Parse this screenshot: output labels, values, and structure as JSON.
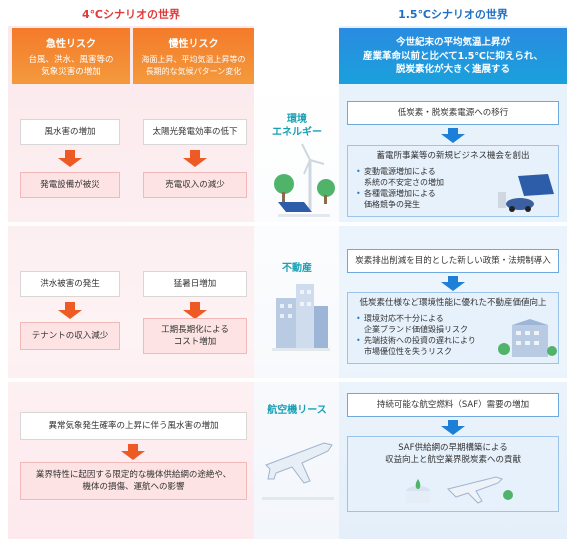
{
  "scenario_4c": {
    "title": "4℃シナリオの世界",
    "acute": {
      "title": "急性リスク",
      "desc": "台風、洪水、風害等の\n気象災害の増加"
    },
    "chronic": {
      "title": "慢性リスク",
      "desc": "海面上昇、平均気温上昇等の\n長期的な気候パターン変化"
    },
    "energy": {
      "acute_cause": "風水害の増加",
      "acute_effect": "発電設備が被災",
      "chronic_cause": "太陽光発電効率の低下",
      "chronic_effect": "売電収入の減少"
    },
    "realestate": {
      "acute_cause": "洪水被害の発生",
      "acute_effect": "テナントの収入減少",
      "chronic_cause": "猛暑日増加",
      "chronic_effect": "工期長期化による\nコスト増加"
    },
    "aircraft": {
      "cause": "異常気象発生確率の上昇に伴う風水害の増加",
      "effect": "業界特性に起因する限定的な機体供給網の途絶や、\n機体の損傷、運航への影響"
    }
  },
  "categories": {
    "energy": "環境\nエネルギー",
    "realestate": "不動産",
    "aircraft": "航空機リース"
  },
  "scenario_15c": {
    "title": "1.5℃シナリオの世界",
    "header": "今世紀末の平均気温上昇が\n産業革命以前と比べて1.5℃に抑えられ、\n脱炭素化が大きく進展する",
    "energy": {
      "cause": "低炭素・脱炭素電源への移行",
      "effect_title": "蓄電所事業等の新規ビジネス機会を創出",
      "bullets": [
        "変動電源増加による\n系統の不安定さの増加",
        "各種電源増加による\n価格競争の発生"
      ]
    },
    "realestate": {
      "cause": "炭素排出削減を目的とした新しい政策・法規制導入",
      "effect_title": "低炭素仕様など環境性能に優れた不動産価値向上",
      "bullets": [
        "環境対応不十分による\n企業ブランド価値毀損リスク",
        "先端技術への投資の遅れにより\n市場優位性を失うリスク"
      ]
    },
    "aircraft": {
      "cause": "持続可能な航空燃料（SAF）需要の増加",
      "effect": "SAF供給網の早期構築による\n収益向上と航空業界脱炭素への貢献"
    }
  },
  "colors": {
    "red_title": "#e23a3a",
    "blue_title": "#1f6fc4",
    "orange": "#f47a2a",
    "blue": "#1c7fd8",
    "teal": "#1aa0b5"
  }
}
